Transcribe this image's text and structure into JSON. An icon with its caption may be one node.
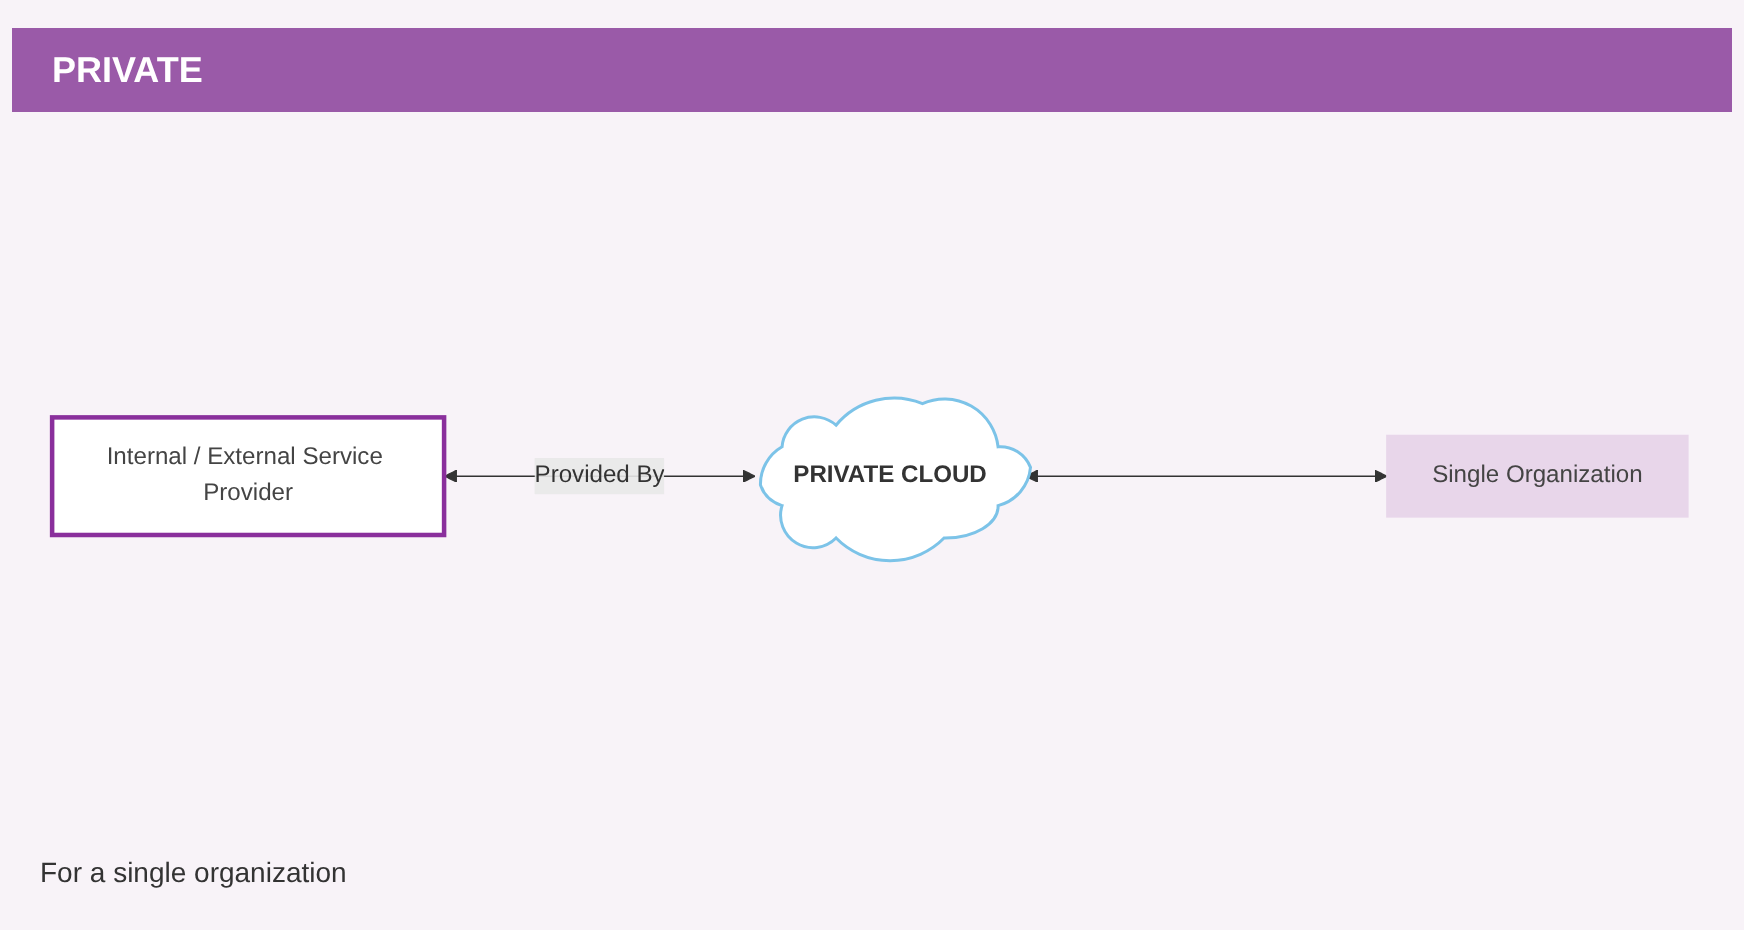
{
  "diagram": {
    "title": "PRIVATE",
    "caption": "For a single organization",
    "nodes": [
      {
        "text": [
          "Single Organization"
        ]
      },
      {
        "text": [
          "Internal / External Service Provider"
        ]
      },
      {
        "text": [
          "PRIVATE CLOUD"
        ]
      }
    ],
    "edges": [
      {
        "from": 2,
        "to": 0,
        "arrow": "both"
      },
      {
        "from": 1,
        "to": 2,
        "label": "Provided By",
        "arrow": "both"
      }
    ]
  }
}
